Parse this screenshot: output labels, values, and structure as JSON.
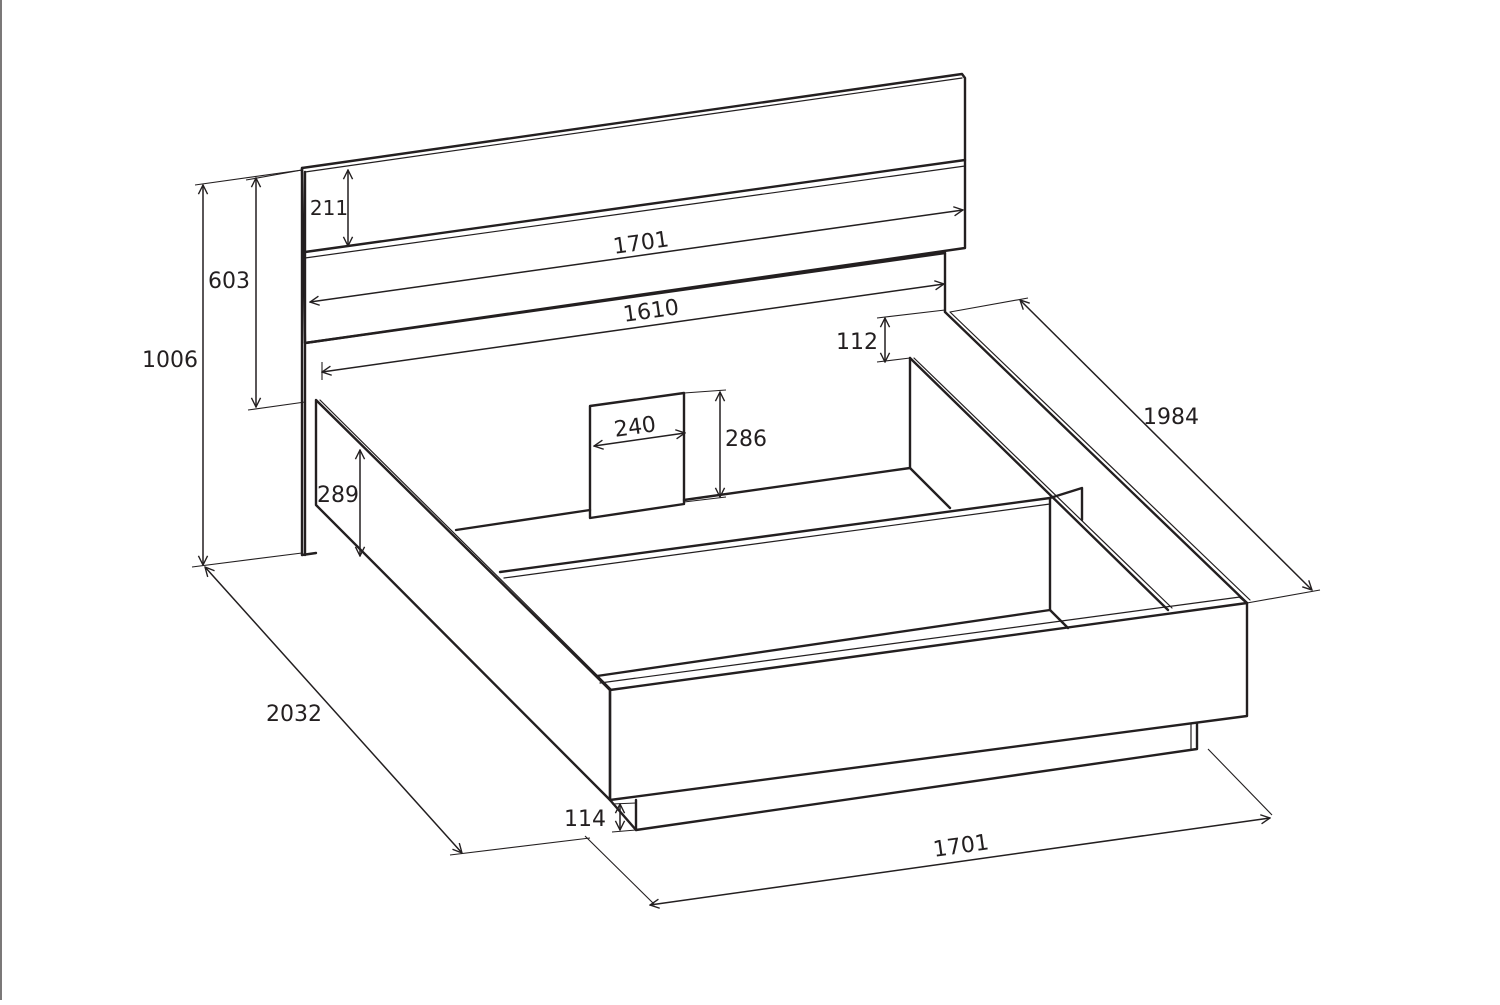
{
  "diagram": {
    "line_color": "#231f20",
    "background": "#ffffff",
    "dimensions": {
      "headboard_panel_height": "211",
      "headboard_width": "1701",
      "headboard_above_frame": "603",
      "total_height": "1006",
      "inner_width": "1610",
      "side_rail_step": "112",
      "inner_length": "1984",
      "support_width": "240",
      "support_height": "286",
      "frame_height": "289",
      "total_length": "2032",
      "plinth_height": "114",
      "frame_width": "1701"
    }
  }
}
